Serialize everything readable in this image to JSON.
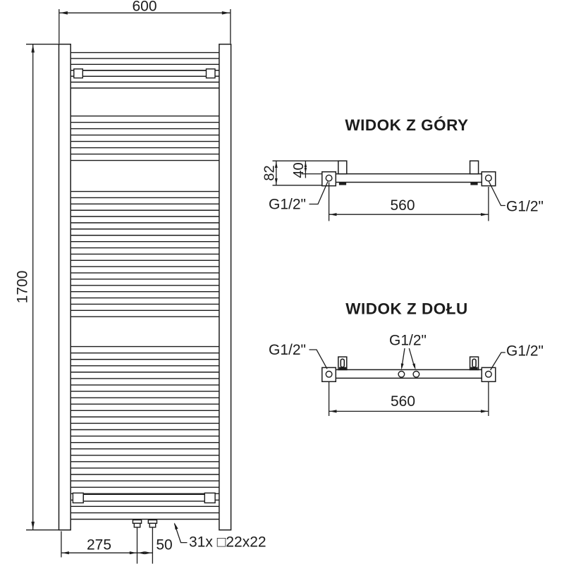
{
  "drawing": {
    "front_view": {
      "width_mm": "600",
      "height_mm": "1700",
      "bottom_offset_mm": "275",
      "valve_spacing_mm": "50",
      "rungs_note": "31x □22x22"
    },
    "top_view": {
      "title": "WIDOK Z GÓRY",
      "depth_mm": "82",
      "bar_offset_mm": "40",
      "connection_spacing_mm": "560",
      "thread_left": "G1/2\"",
      "thread_right": "G1/2\""
    },
    "bottom_view": {
      "title": "WIDOK Z DOŁU",
      "connection_spacing_mm": "560",
      "thread_left": "G1/2\"",
      "thread_center": "G1/2\"",
      "thread_right": "G1/2\""
    }
  }
}
